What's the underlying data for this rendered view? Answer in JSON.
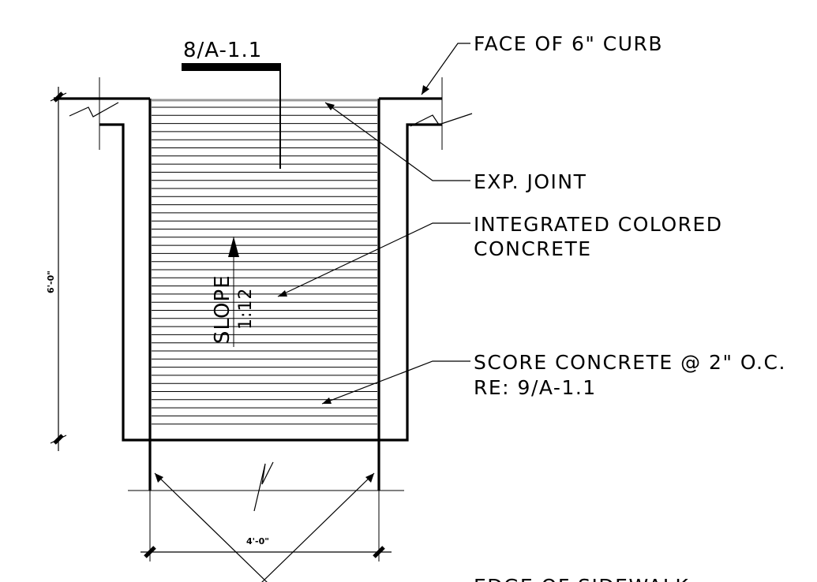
{
  "drawing": {
    "section_ref": "8/A-1.1",
    "dimensions": {
      "height": "6'-0\"",
      "width": "4'-0\""
    },
    "slope": {
      "label": "SLOPE",
      "ratio": "1:12"
    },
    "notes": {
      "face_of_curb": "FACE OF 6\" CURB",
      "exp_joint": "EXP. JOINT",
      "colored_concrete_line1": "INTEGRATED COLORED",
      "colored_concrete_line2": "CONCRETE",
      "score_line1": "SCORE CONCRETE @ 2\" O.C.",
      "score_line2": "RE: 9/A-1.1",
      "edge_of_sidewalk": "EDGE OF SIDEWALK"
    }
  }
}
